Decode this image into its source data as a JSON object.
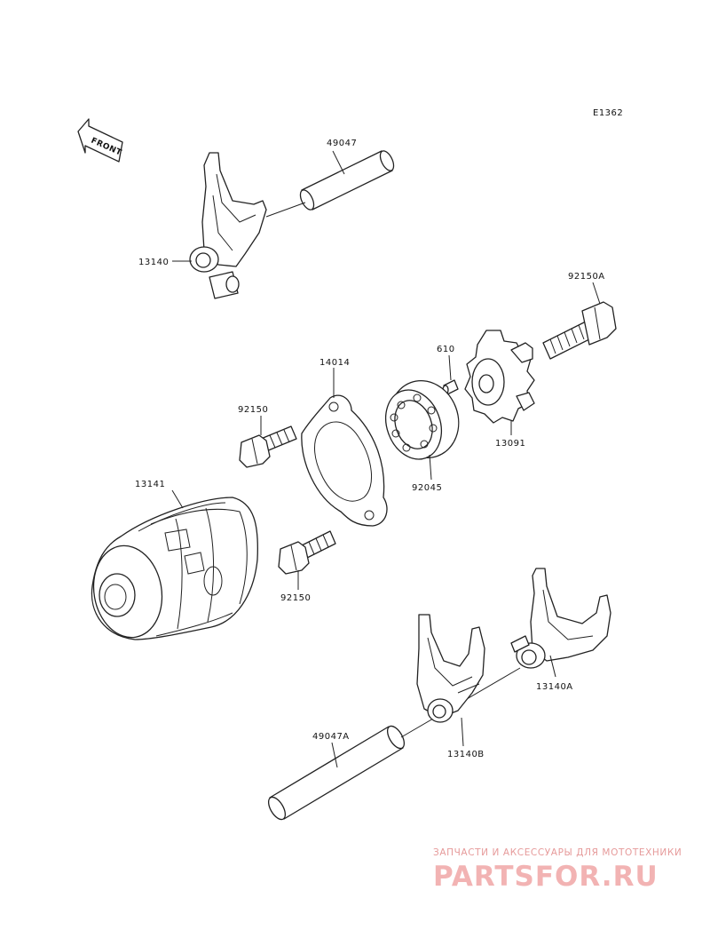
{
  "diagram": {
    "code": "E1362",
    "front_label": "FRONT",
    "parts": [
      {
        "label": "49047"
      },
      {
        "label": "13140"
      },
      {
        "label": "92150A"
      },
      {
        "label": "610"
      },
      {
        "label": "14014"
      },
      {
        "label": "92150"
      },
      {
        "label": "13091"
      },
      {
        "label": "92045"
      },
      {
        "label": "13141"
      },
      {
        "label": "92150"
      },
      {
        "label": "13140A"
      },
      {
        "label": "49047A"
      },
      {
        "label": "13140B"
      }
    ]
  },
  "watermark": {
    "tagline": "ЗАПЧАСТИ И АКСЕССУАРЫ ДЛЯ МОТОТЕХНИКИ",
    "brand": "PARTSFOR.RU",
    "color": "#f2b3b3"
  }
}
